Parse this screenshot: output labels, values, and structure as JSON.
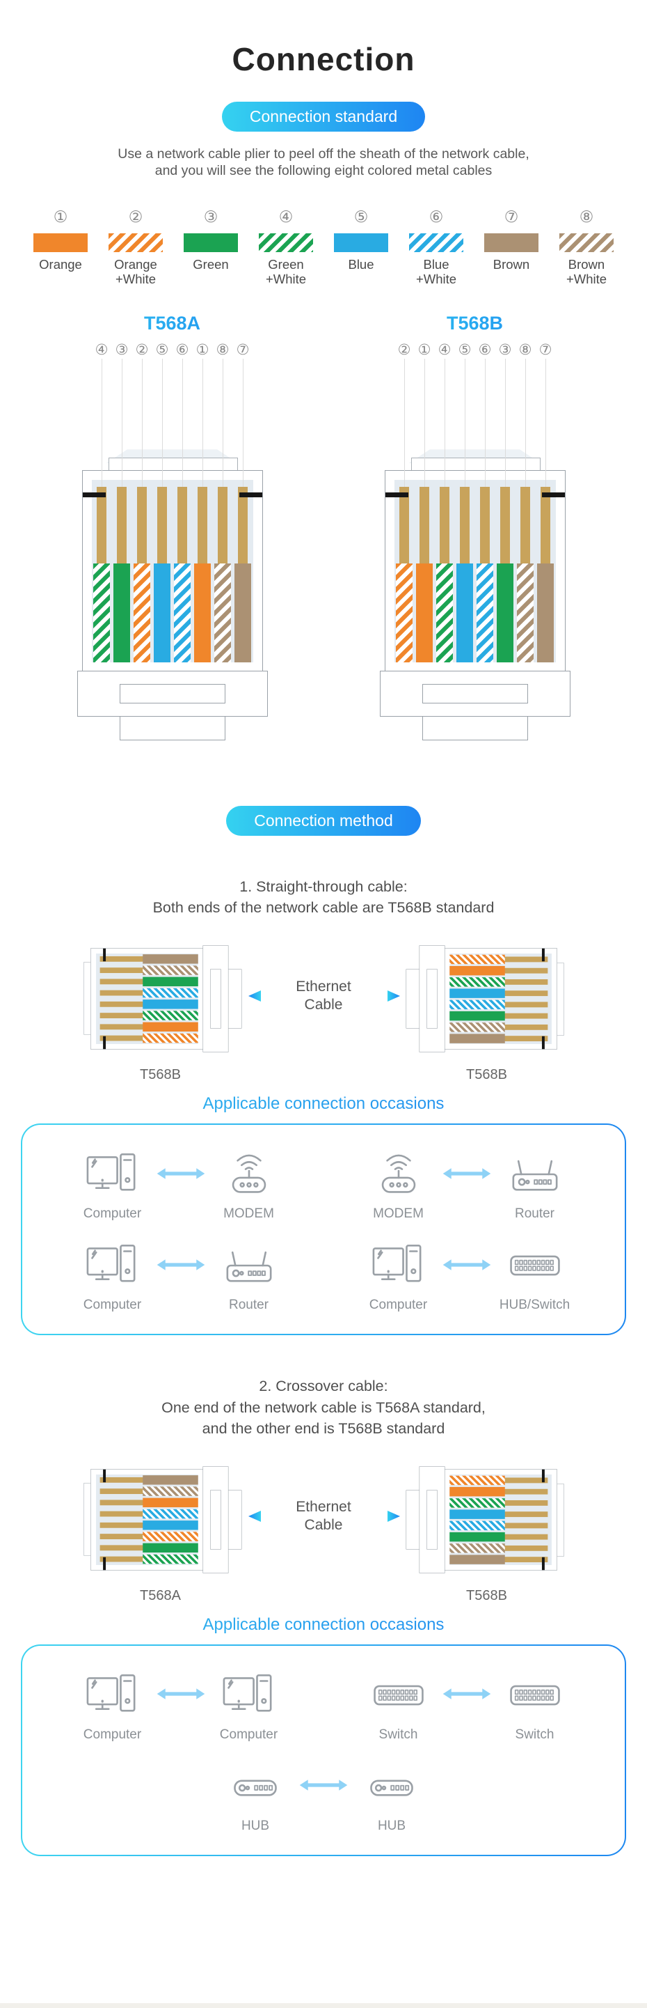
{
  "page": {
    "title": "Connection"
  },
  "colors": {
    "accent_from": "#35d2f0",
    "accent_to": "#1e85f2",
    "orange": "#f0862b",
    "green": "#1ba352",
    "blue": "#29abe2",
    "brown": "#ab9173",
    "pin": "#c8a35b",
    "panel": "#e4ebf1",
    "icon_gray": "#9aa0a6",
    "light_arrow": "#8ed2f6"
  },
  "badges": {
    "standard": "Connection standard",
    "method": "Connection method"
  },
  "intro": [
    "Use a network cable plier to peel off the sheath of the network cable,",
    "and you will see the following eight colored metal cables"
  ],
  "legend": [
    {
      "num": "①",
      "lines": [
        "Orange"
      ],
      "wire": "orange"
    },
    {
      "num": "②",
      "lines": [
        "Orange",
        "+White"
      ],
      "wire": "orange-white"
    },
    {
      "num": "③",
      "lines": [
        "Green"
      ],
      "wire": "green"
    },
    {
      "num": "④",
      "lines": [
        "Green",
        "+White"
      ],
      "wire": "green-white"
    },
    {
      "num": "⑤",
      "lines": [
        "Blue"
      ],
      "wire": "blue"
    },
    {
      "num": "⑥",
      "lines": [
        "Blue",
        "+White"
      ],
      "wire": "blue-white"
    },
    {
      "num": "⑦",
      "lines": [
        "Brown"
      ],
      "wire": "brown"
    },
    {
      "num": "⑧",
      "lines": [
        "Brown",
        "+White"
      ],
      "wire": "brown-white"
    }
  ],
  "standards": {
    "display": [
      "T568A",
      "T568B"
    ],
    "T568A": {
      "name": "T568A",
      "sequence": "④③②⑤⑥①⑧⑦",
      "order": [
        "green-white",
        "green",
        "orange-white",
        "blue",
        "blue-white",
        "orange",
        "brown-white",
        "brown"
      ]
    },
    "T568B": {
      "name": "T568B",
      "sequence": "②①④⑤⑥③⑧⑦",
      "order": [
        "orange-white",
        "orange",
        "green-white",
        "blue",
        "blue-white",
        "green",
        "brown-white",
        "brown"
      ]
    }
  },
  "methods": [
    {
      "heading": "1. Straight-through cable:",
      "sub_lines": [
        "Both ends of the network cable are T568B standard"
      ],
      "left": "T568B",
      "right": "T568B",
      "cable_label": [
        "Ethernet",
        "Cable"
      ],
      "occasions_title": "Applicable connection occasions",
      "rows": [
        {
          "pairs": [
            [
              {
                "icon": "computer",
                "label": "Computer"
              },
              {
                "icon": "modem",
                "label": "MODEM"
              }
            ],
            [
              {
                "icon": "modem",
                "label": "MODEM"
              },
              {
                "icon": "router",
                "label": "Router"
              }
            ]
          ]
        },
        {
          "pairs": [
            [
              {
                "icon": "computer",
                "label": "Computer"
              },
              {
                "icon": "router",
                "label": "Router"
              }
            ],
            [
              {
                "icon": "computer",
                "label": "Computer"
              },
              {
                "icon": "hubswitch",
                "label": "HUB/Switch"
              }
            ]
          ]
        }
      ]
    },
    {
      "heading": "2. Crossover cable:",
      "sub_lines": [
        "One end of the network cable is T568A standard,",
        "and the other end is T568B standard"
      ],
      "left": "T568A",
      "right": "T568B",
      "cable_label": [
        "Ethernet",
        "Cable"
      ],
      "occasions_title": "Applicable connection occasions",
      "rows": [
        {
          "pairs": [
            [
              {
                "icon": "computer",
                "label": "Computer"
              },
              {
                "icon": "computer",
                "label": "Computer"
              }
            ],
            [
              {
                "icon": "switch",
                "label": "Switch"
              },
              {
                "icon": "switch",
                "label": "Switch"
              }
            ]
          ]
        },
        {
          "center": true,
          "pairs": [
            [
              {
                "icon": "hub",
                "label": "HUB"
              },
              {
                "icon": "hub",
                "label": "HUB"
              }
            ]
          ]
        }
      ]
    }
  ]
}
